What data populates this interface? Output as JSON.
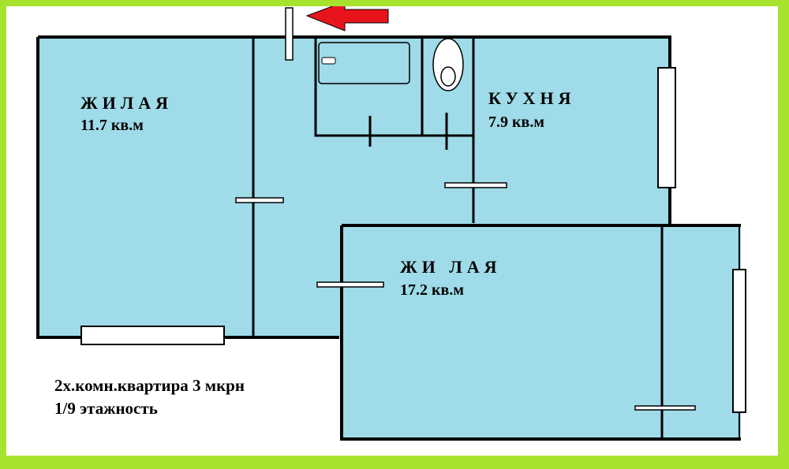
{
  "colors": {
    "frame": "#a6e22e",
    "background": "#ffffff",
    "floor": "#9fdbe8",
    "wall": "#000000",
    "arrow": "#e8141c"
  },
  "rooms": {
    "living_small": {
      "name": "ЖИЛАЯ",
      "area": "11.7 кв.м"
    },
    "kitchen": {
      "name": "КУХНЯ",
      "area": "7.9 кв.м"
    },
    "living_large": {
      "name": "ЖИ ЛАЯ",
      "area": "17.2 кв.м"
    }
  },
  "info": {
    "line1": "2х.комн.квартира 3 мкрн",
    "line2": "1/9 этажность"
  },
  "icons": {
    "entrance": "red-arrow-left-icon",
    "bathtub": "bathtub-icon",
    "toilet": "toilet-icon"
  }
}
